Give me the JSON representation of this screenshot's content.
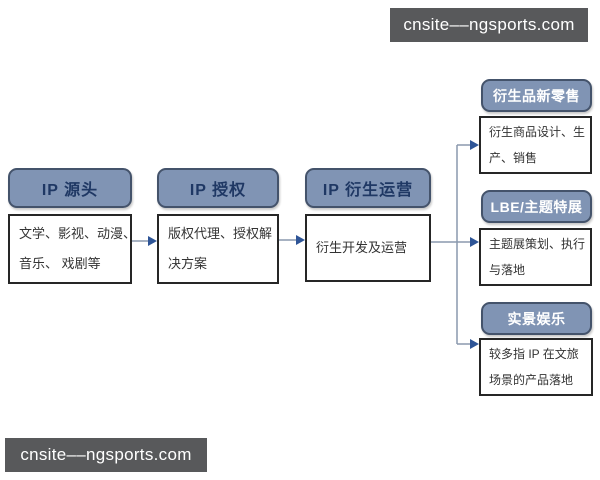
{
  "watermarks": {
    "top": "cnsite––ngsports.com",
    "bottom": "cnsite––ngsports.com"
  },
  "flow": {
    "stages": [
      {
        "header": "IP 源头",
        "body": "文学、影视、动漫、\n音乐、 戏剧等"
      },
      {
        "header": "IP 授权",
        "body": "版权代理、授权解\n决方案"
      },
      {
        "header": "IP 衍生运营",
        "body": "衍生开发及运营"
      }
    ],
    "branches": [
      {
        "header": "衍生品新零售",
        "body": "衍生商品设计、生\n产、销售"
      },
      {
        "header": "LBE/主题特展",
        "body": "主题展策划、执行\n与落地"
      },
      {
        "header": "实景娱乐",
        "body": "较多指 IP 在文旅\n场景的产品落地"
      }
    ]
  },
  "colors": {
    "header_fill": "#8094B4",
    "header_border": "#44536B",
    "stage_header_text": "#1F3864",
    "branch_header_text": "#FFFFFF",
    "body_border": "#262626",
    "body_text": "#333333",
    "connector_line": "#8A99AD",
    "arrowhead": "#2E5597",
    "watermark_bg": "#58595B",
    "watermark_text": "#FFFFFF"
  }
}
